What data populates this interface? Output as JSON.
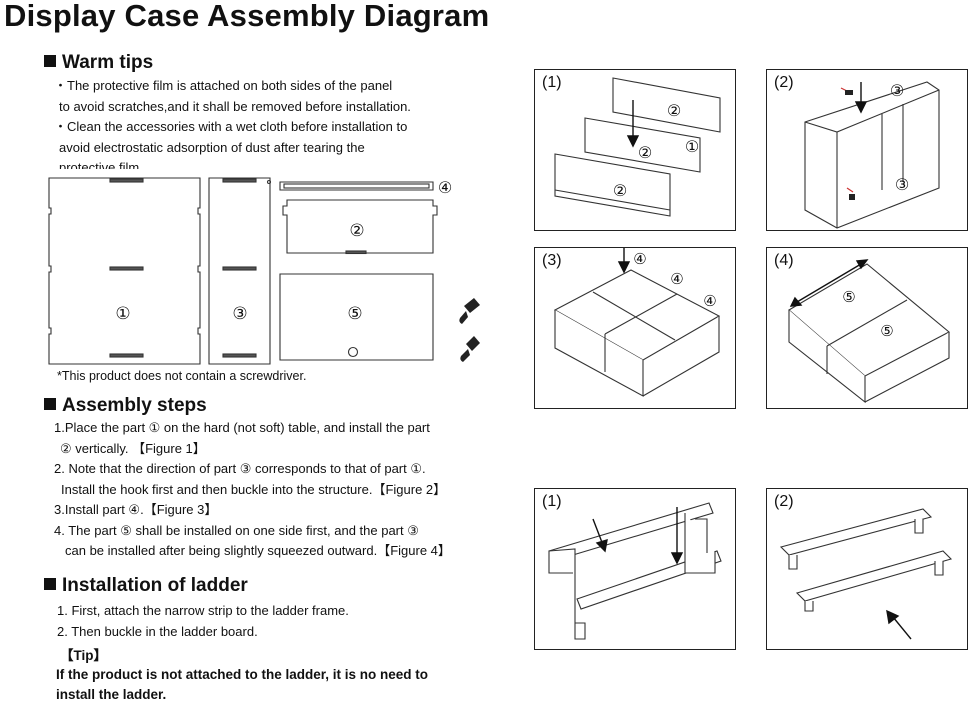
{
  "title": "Display Case Assembly Diagram",
  "warm_tips": {
    "heading": "Warm tips",
    "lines": [
      "・The protective film is attached on both sides of the panel",
      "to avoid scratches,and it shall be removed before installation.",
      "・Clean the accessories with a wet cloth before installation to",
      "avoid electrostatic adsorption of dust after tearing the",
      "protective film."
    ]
  },
  "parts": {
    "p1": "①",
    "p2": "②",
    "p3": "③",
    "p4": "④",
    "p5": "⑤",
    "note": "*This product does not contain a screwdriver."
  },
  "assembly": {
    "heading": "Assembly steps",
    "lines": [
      "1.Place the part ①  on the hard (not soft) table, and install the part",
      "② vertically. 【Figure 1】",
      "2. Note that the direction of part ③ corresponds to that of part ①.",
      "Install the hook first and then buckle into  the structure.【Figure 2】",
      "3.Install part ④.【Figure 3】",
      "4. The part ⑤  shall be installed on one side first, and the  part ③",
      "can be installed after being slightly squeezed outward.【Figure 4】"
    ]
  },
  "ladder": {
    "heading": "Installation of ladder",
    "lines": [
      "1. First, attach the narrow strip to the ladder frame.",
      "2. Then buckle in the  ladder board."
    ],
    "tip_label": "【Tip】",
    "tip_lines": [
      "If the product is not attached to the ladder, it is no need to",
      "install the ladder."
    ]
  },
  "figures": {
    "f1": "(1)",
    "f2": "(2)",
    "f3": "(3)",
    "f4": "(4)",
    "l1": "(1)",
    "l2": "(2)"
  }
}
